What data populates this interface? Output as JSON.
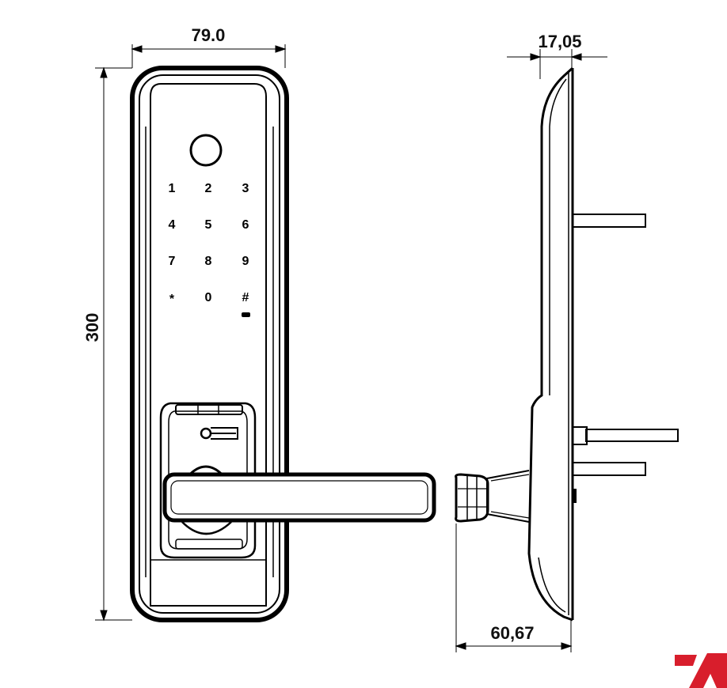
{
  "dimensions": {
    "width": "79.0",
    "height": "300",
    "depth_top": "17,05",
    "depth_bottom": "60,67"
  },
  "keypad": {
    "keys": [
      "1",
      "2",
      "3",
      "4",
      "5",
      "6",
      "7",
      "8",
      "9",
      "*",
      "0",
      "#"
    ]
  },
  "colors": {
    "line": "#000000",
    "logo": "#d81e2c"
  }
}
